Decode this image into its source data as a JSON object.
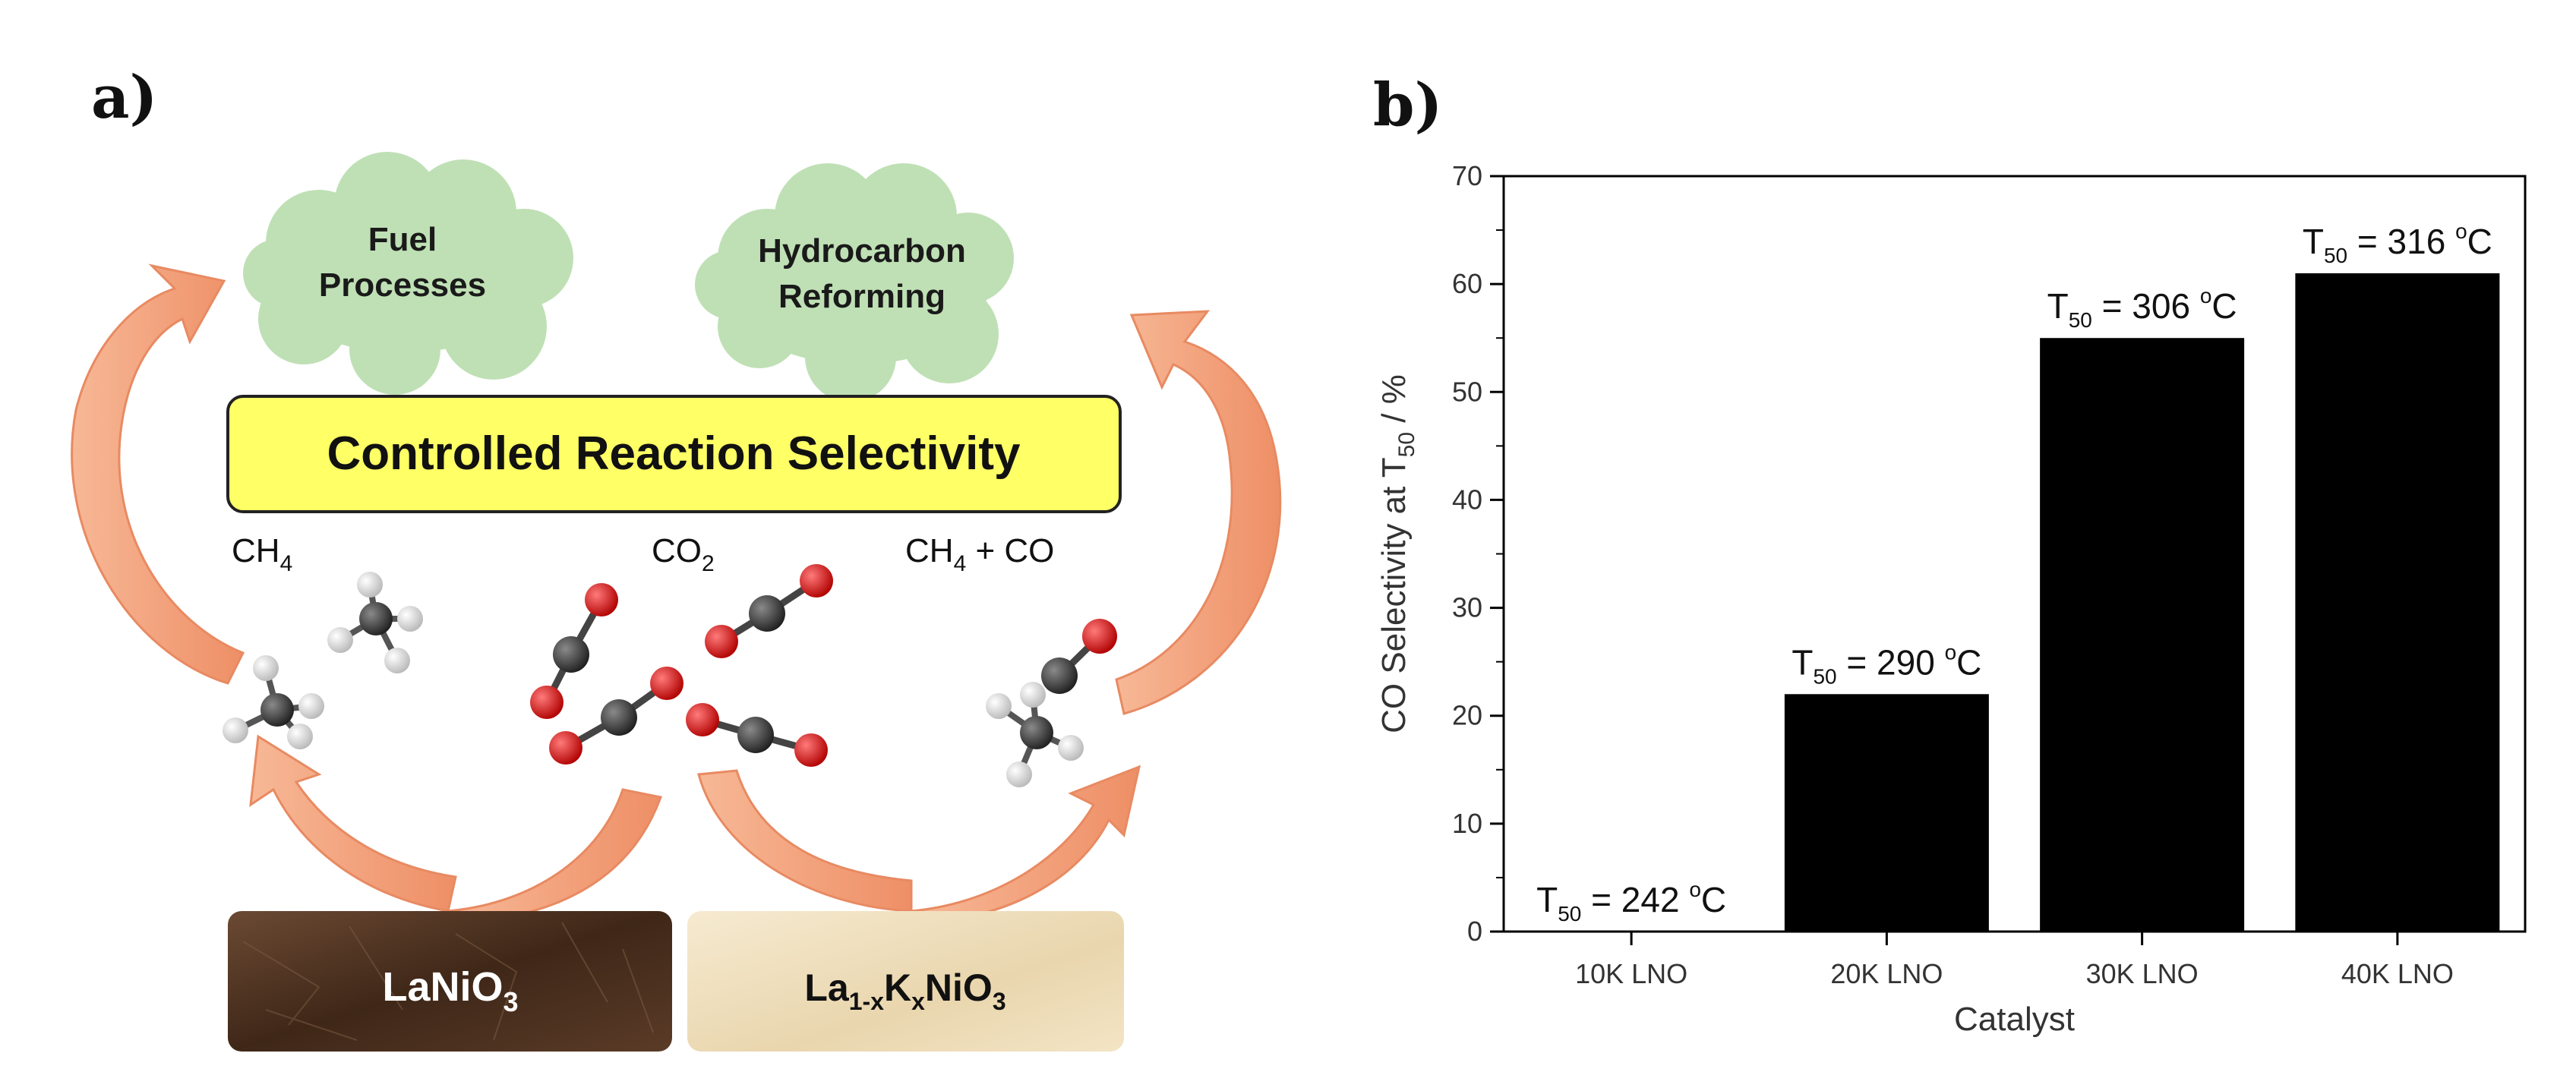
{
  "panel_a": {
    "label": "a)",
    "clouds": [
      {
        "line1": "Fuel",
        "line2": "Processes"
      },
      {
        "line1": "Hydrocarbon",
        "line2": "Reforming"
      }
    ],
    "banner": "Controlled Reaction Selectivity",
    "labels": {
      "ch4": {
        "base": "CH",
        "sub": "4"
      },
      "co2": {
        "base": "CO",
        "sub": "2"
      },
      "ch4_co": {
        "base": "CH",
        "sub": "4",
        "tail": " + CO"
      }
    },
    "catalysts": {
      "left": {
        "base": "LaNiO",
        "sub": "3"
      },
      "right": {
        "p1": "La",
        "s1": "1-x",
        "p2": "K",
        "s2": "x",
        "p3": "NiO",
        "s3": "3"
      }
    },
    "colors": {
      "cloud": "#bfe0b5",
      "banner": "#ffff66",
      "arrow": "#f4a47f",
      "carbon": "#2a2a2a",
      "oxygen": "#d21010",
      "hydrogen": "#e8e8e8",
      "lanio3": "#4a2f1f",
      "doped": "#efdfbf"
    }
  },
  "panel_b": {
    "label": "b)"
  },
  "chart_data": {
    "type": "bar",
    "categories": [
      "10K LNO",
      "20K LNO",
      "30K LNO",
      "40K LNO"
    ],
    "values": [
      0,
      22,
      55,
      61
    ],
    "bar_labels": [
      {
        "prefix": "T",
        "sub": "50",
        "value": " = 242 ",
        "deg": "o",
        "unit": "C"
      },
      {
        "prefix": "T",
        "sub": "50",
        "value": " = 290 ",
        "deg": "o",
        "unit": "C"
      },
      {
        "prefix": "T",
        "sub": "50",
        "value": " = 306 ",
        "deg": "o",
        "unit": "C"
      },
      {
        "prefix": "T",
        "sub": "50",
        "value": " = 316 ",
        "deg": "o",
        "unit": "C"
      }
    ],
    "xlabel": "Catalyst",
    "ylabel": {
      "pre": "CO Selectivity at T",
      "sub": "50",
      "post": " / %"
    },
    "ylim": [
      0,
      70
    ],
    "yticks": [
      0,
      10,
      20,
      30,
      40,
      50,
      60,
      70
    ],
    "bar_color": "#000000",
    "grid": false
  }
}
